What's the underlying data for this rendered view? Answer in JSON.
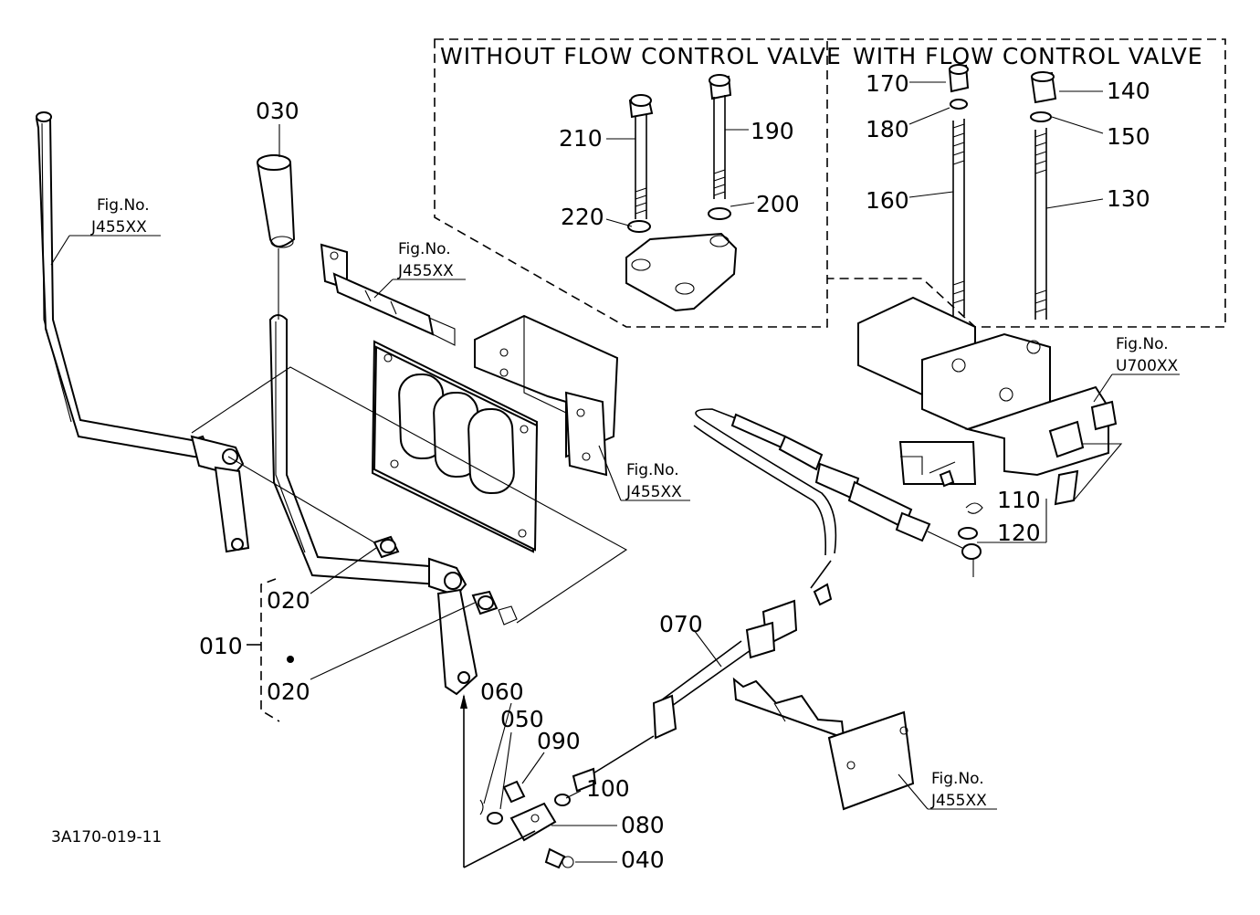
{
  "boxes": {
    "without_title": "WITHOUT FLOW CONTROL VALVE",
    "with_title": "WITH FLOW CONTROL VALVE"
  },
  "parts": {
    "p010": "010",
    "p020a": "020",
    "p020b": "020",
    "p030": "030",
    "p040": "040",
    "p050": "050",
    "p060": "060",
    "p070": "070",
    "p080": "080",
    "p090": "090",
    "p100": "100",
    "p110": "110",
    "p120": "120",
    "p130": "130",
    "p140": "140",
    "p150": "150",
    "p160": "160",
    "p170": "170",
    "p180": "180",
    "p190": "190",
    "p200": "200",
    "p210": "210",
    "p220": "220"
  },
  "figrefs": [
    {
      "label": "Fig.No.",
      "code": "J455XX"
    },
    {
      "label": "Fig.No.",
      "code": "J455XX"
    },
    {
      "label": "Fig.No.",
      "code": "J455XX"
    },
    {
      "label": "Fig.No.",
      "code": "U700XX"
    },
    {
      "label": "Fig.No.",
      "code": "J455XX"
    }
  ],
  "drawing_code": "3A170-019-11"
}
